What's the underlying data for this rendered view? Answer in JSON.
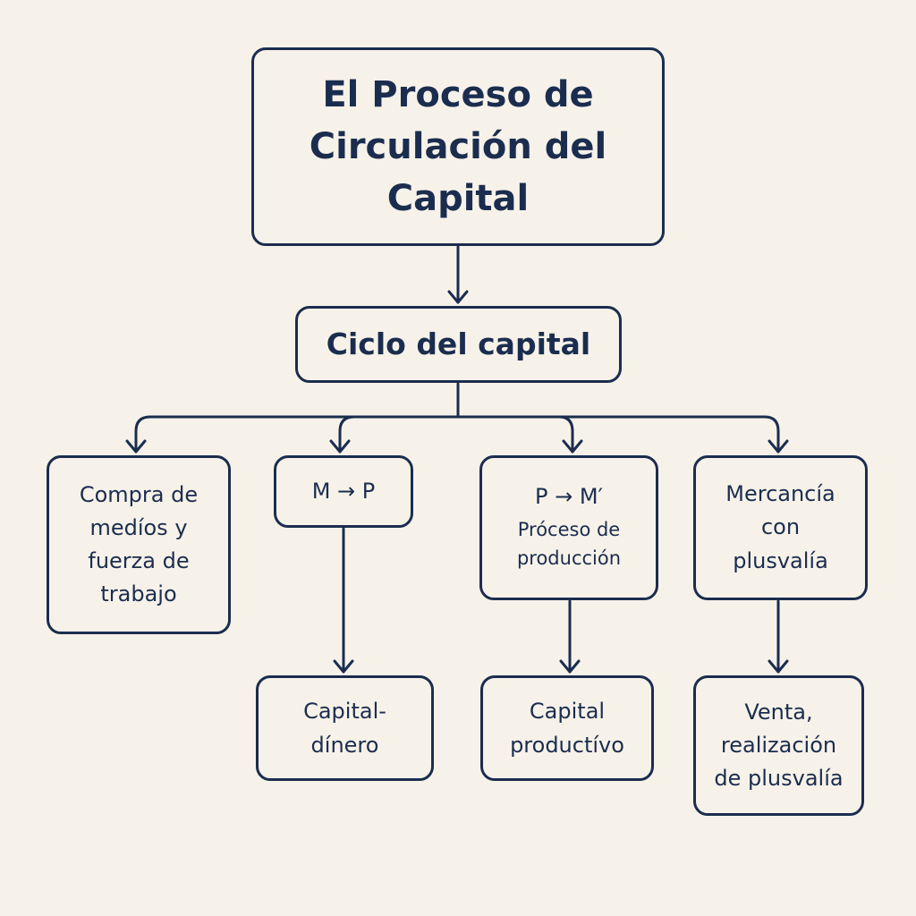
{
  "diagram": {
    "title": "El Proceso de\nCirculación del\nCapital",
    "cycle": "Ciclo del capital",
    "stages": [
      {
        "label": "Compra de\nmedíos y\nfuerza de\ntrabajo"
      },
      {
        "label": "M → P"
      },
      {
        "label": "P → M′",
        "sublabel": "Próceso de\nproducción"
      },
      {
        "label": "Mercancía\ncon\nplusvalía"
      }
    ],
    "results": [
      {
        "label": "Capital-\ndínero"
      },
      {
        "label": "Capital\nproductívo"
      },
      {
        "label": "Venta,\nrealización\nde plusvalía"
      }
    ],
    "edges": [
      [
        "title",
        "cycle"
      ],
      [
        "cycle",
        "stage-1"
      ],
      [
        "cycle",
        "stage-2"
      ],
      [
        "cycle",
        "stage-3"
      ],
      [
        "cycle",
        "stage-4"
      ],
      [
        "stage-2",
        "result-1"
      ],
      [
        "stage-3",
        "result-2"
      ],
      [
        "stage-4",
        "result-3"
      ]
    ],
    "colors": {
      "stroke": "#1b2d4f",
      "background": "#f7f2e9",
      "text": "#1b2d4f"
    }
  }
}
